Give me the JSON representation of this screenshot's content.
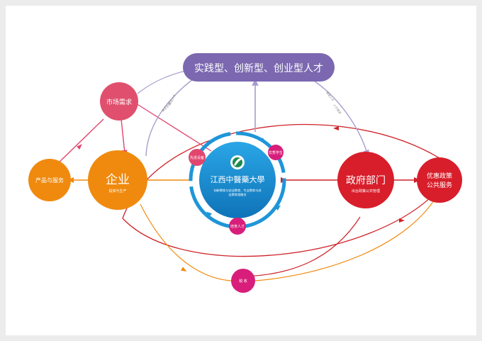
{
  "talent": "实践型、创新型、创业型人才",
  "market": "市场需求",
  "enterprise": {
    "title": "企业",
    "subtitle": "投资与生产"
  },
  "product": "产品与服务",
  "university": {
    "name": "江西中醫藥大學",
    "line1": "创新教育与创业教育、专业教育与创",
    "line2": "业教育相融合"
  },
  "gov": {
    "title": "政府部门",
    "subtitle": "出台政策公共管理"
  },
  "policy": {
    "line1": "优惠政策",
    "line2": "公共服务"
  },
  "tax": "税 收",
  "satellites": {
    "tech": "先进设备",
    "cert": "优秀学生",
    "talentTrain": "培育人才"
  },
  "edgeLabels": {
    "a": "输送人才",
    "b": "需求信息",
    "c": "输送人才",
    "d": "人才需求"
  },
  "colors": {
    "talent": "#7b68b0",
    "market": "#e0506e",
    "enterprise": "#ef8a0f",
    "univ": "#1e96d8",
    "gov": "#d81e2a",
    "policy": "#d81e2a",
    "pink": "#e1466e",
    "tax": "#d81e7a",
    "lavender": "#a99ccc",
    "redLine": "#cf2228"
  }
}
